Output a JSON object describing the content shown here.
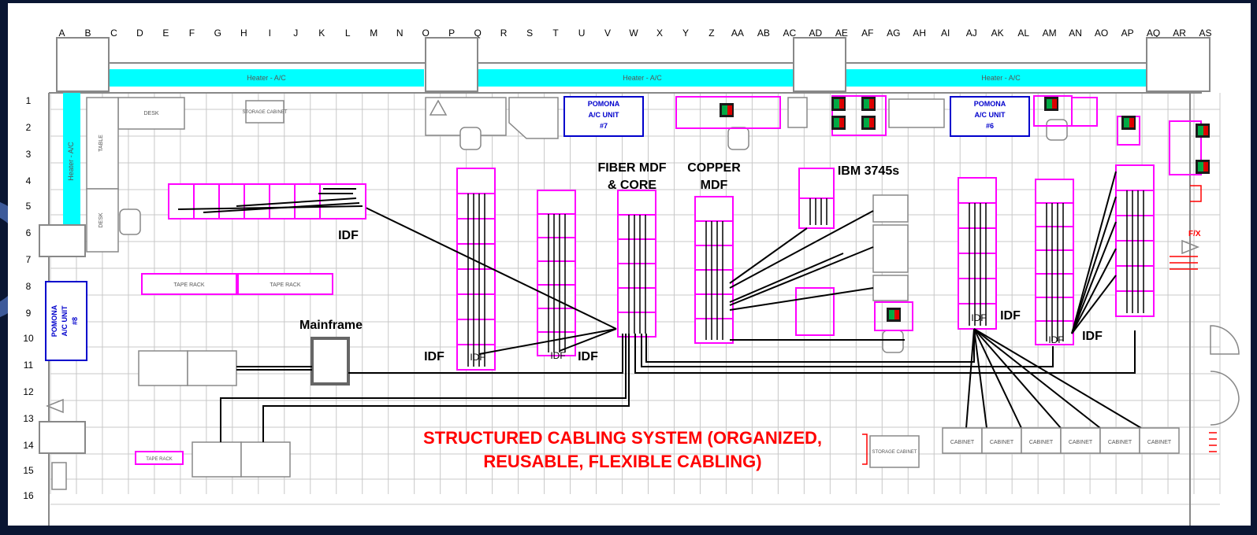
{
  "columns": [
    "A",
    "B",
    "C",
    "D",
    "E",
    "F",
    "G",
    "H",
    "I",
    "J",
    "K",
    "L",
    "M",
    "N",
    "O",
    "P",
    "Q",
    "R",
    "S",
    "T",
    "U",
    "V",
    "W",
    "X",
    "Y",
    "Z",
    "AA",
    "AB",
    "AC",
    "AD",
    "AE",
    "AF",
    "AG",
    "AH",
    "AI",
    "AJ",
    "AK",
    "AL",
    "AM",
    "AN",
    "AO",
    "AP",
    "AQ",
    "AR",
    "AS"
  ],
  "rows": [
    "1",
    "2",
    "3",
    "4",
    "5",
    "6",
    "7",
    "8",
    "9",
    "10",
    "11",
    "12",
    "13",
    "14",
    "15",
    "16"
  ],
  "hvac": {
    "top_labels": [
      "Heater - A/C",
      "Heater - A/C",
      "Heater - A/C"
    ],
    "left_label": "Heater - A/C"
  },
  "pomona_units": [
    {
      "line1": "POMONA",
      "line2": "A/C UNIT",
      "line3": "#7"
    },
    {
      "line1": "POMONA",
      "line2": "A/C UNIT",
      "line3": "#6"
    },
    {
      "line1": "POMONA",
      "line2": "A/C UNIT",
      "line3": "#8"
    }
  ],
  "furniture": {
    "desk": "DESK",
    "table": "TABLE",
    "storage_cabinet": "STORAGE CABINET",
    "tape_rack": "TAPE RACK"
  },
  "labels": {
    "fiber_mdf_line1": "FIBER MDF",
    "fiber_mdf_line2": "& CORE",
    "copper_mdf_line1": "COPPER",
    "copper_mdf_line2": "MDF",
    "ibm": "IBM 3745s",
    "mainframe": "Mainframe",
    "idf": "IDF",
    "idf_box": "IDF",
    "cabinet": "CABINET",
    "fx": "F/X"
  },
  "caption": {
    "line1": "STRUCTURED CABLING SYSTEM (ORGANIZED,",
    "line2": "REUSABLE, FLEXIBLE CABLING)"
  },
  "colors": {
    "background": "#0a1633",
    "floor": "#ffffff",
    "grid": "#c8c8c8",
    "rack": "#ff00ff",
    "hvac": "#00ffff",
    "pomona": "#0000cc",
    "caption": "#ff0000",
    "cable": "#000000"
  }
}
